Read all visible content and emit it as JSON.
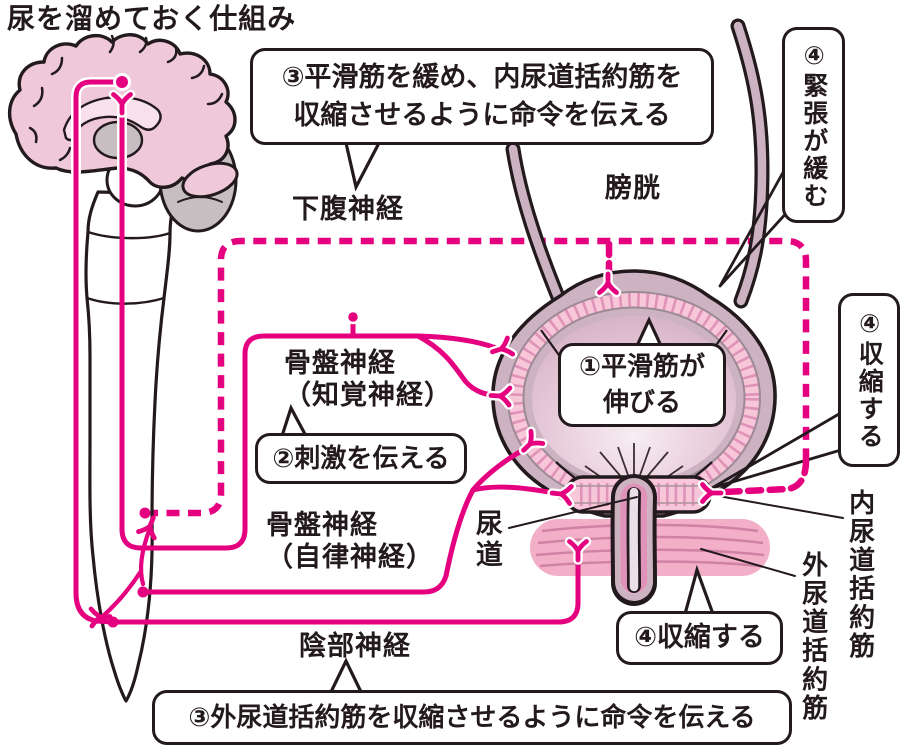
{
  "title": "尿を溜めておく仕組み",
  "colors": {
    "nerve_magenta": "#e5007f",
    "brain_pink": "#efc8da",
    "organ_mauve": "#cdb3c1",
    "muscle_band_pink": "#f7c6d9",
    "muscle_tick_pink": "#e093b8",
    "external_sphincter_pink": "#f3aec8",
    "gray_matter": "#c7bec1",
    "outline_black": "#231a1e"
  },
  "labels": {
    "hypogastric_nerve": "下腹神経",
    "bladder": "膀胱",
    "pelvic_nerve_sensory": [
      "骨盤神経",
      "（知覚神経）"
    ],
    "pelvic_nerve_autonomic": [
      "骨盤神経",
      "（自律神経）"
    ],
    "urethra": "尿道",
    "pudendal_nerve": "陰部神経",
    "internal_urethral_sphincter": "内尿道括約筋",
    "external_urethral_sphincter": "外尿道括約筋"
  },
  "callouts": {
    "step1_smooth_muscle_stretches": [
      "①平滑筋が",
      "伸びる"
    ],
    "step2_transmit_stimulus": "②刺激を伝える",
    "step3_hypogastric_command": [
      "③平滑筋を緩め、内尿道括約筋を",
      "収縮させるように命令を伝える"
    ],
    "step3_pudendal_command": "③外尿道括約筋を収縮させるように命令を伝える",
    "step4_tension_relaxes": "④緊張が緩む",
    "step4_internal_contracts": "④収縮する",
    "step4_external_contracts": "④収縮する"
  }
}
